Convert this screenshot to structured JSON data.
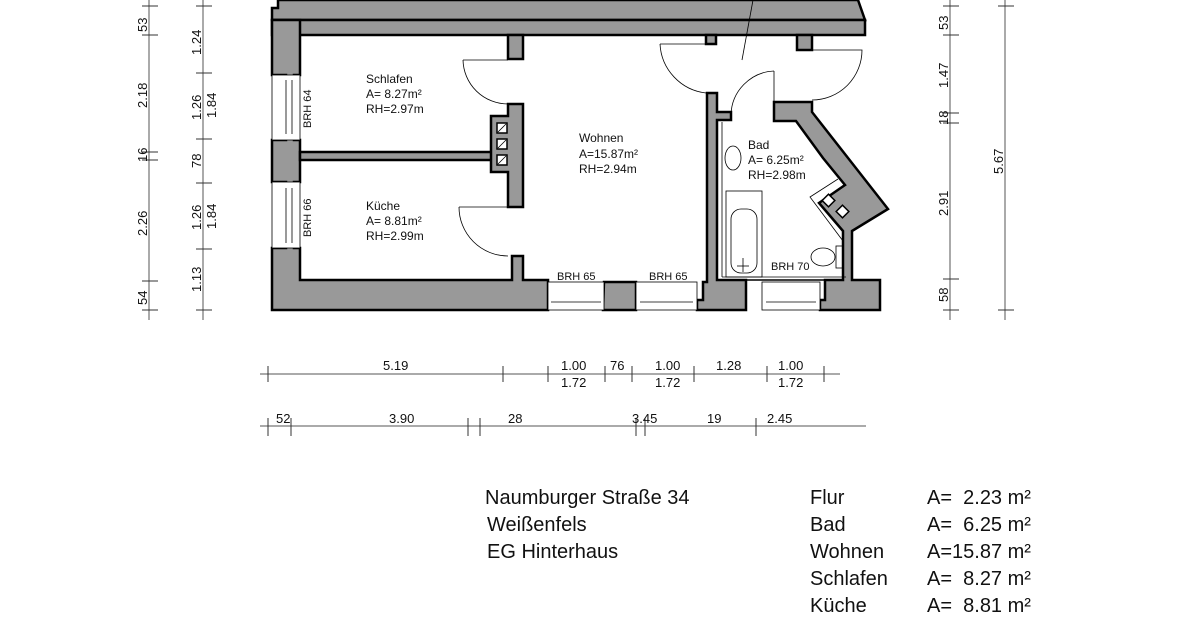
{
  "plan": {
    "rooms": [
      {
        "name": "Schlafen",
        "area": "A=  8.27m²",
        "height": "RH=2.97m"
      },
      {
        "name": "Küche",
        "area": "A=  8.81m²",
        "height": "RH=2.99m"
      },
      {
        "name": "Wohnen",
        "area": "A=15.87m²",
        "height": "RH=2.94m"
      },
      {
        "name": "Bad",
        "area": "A=  6.25m²",
        "height": "RH=2.98m"
      }
    ],
    "windows": [
      "BRH 64",
      "BRH 66",
      "BRH 65",
      "BRH 65",
      "BRH 70"
    ]
  },
  "dimensions": {
    "left_outer": [
      "53",
      "2.18",
      "16",
      "2.26",
      "54"
    ],
    "left_inner": [
      "1.24",
      "1.26",
      "1.84",
      "78",
      "1.26",
      "1.84",
      "1.13"
    ],
    "right_inner": [
      "53",
      "1.47",
      "18",
      "2.91",
      "58"
    ],
    "right_total": "5.67",
    "bottom_openings": [
      "5.19",
      "1.00",
      "1.72",
      "76",
      "1.00",
      "1.72",
      "1.28",
      "1.00",
      "1.72"
    ],
    "bottom_rooms": [
      "52",
      "3.90",
      "28",
      "3.45",
      "19",
      "2.45"
    ]
  },
  "address": {
    "street": "Naumburger Straße 34",
    "city": "Weißenfels",
    "unit": "EG Hinterhaus"
  },
  "area_table": [
    {
      "room": "Flur",
      "area": "A=  2.23 m²"
    },
    {
      "room": "Bad",
      "area": "A=  6.25 m²"
    },
    {
      "room": "Wohnen",
      "area": "A=15.87 m²"
    },
    {
      "room": "Schlafen",
      "area": "A=  8.27 m²"
    },
    {
      "room": "Küche",
      "area": "A=  8.81 m²"
    }
  ]
}
